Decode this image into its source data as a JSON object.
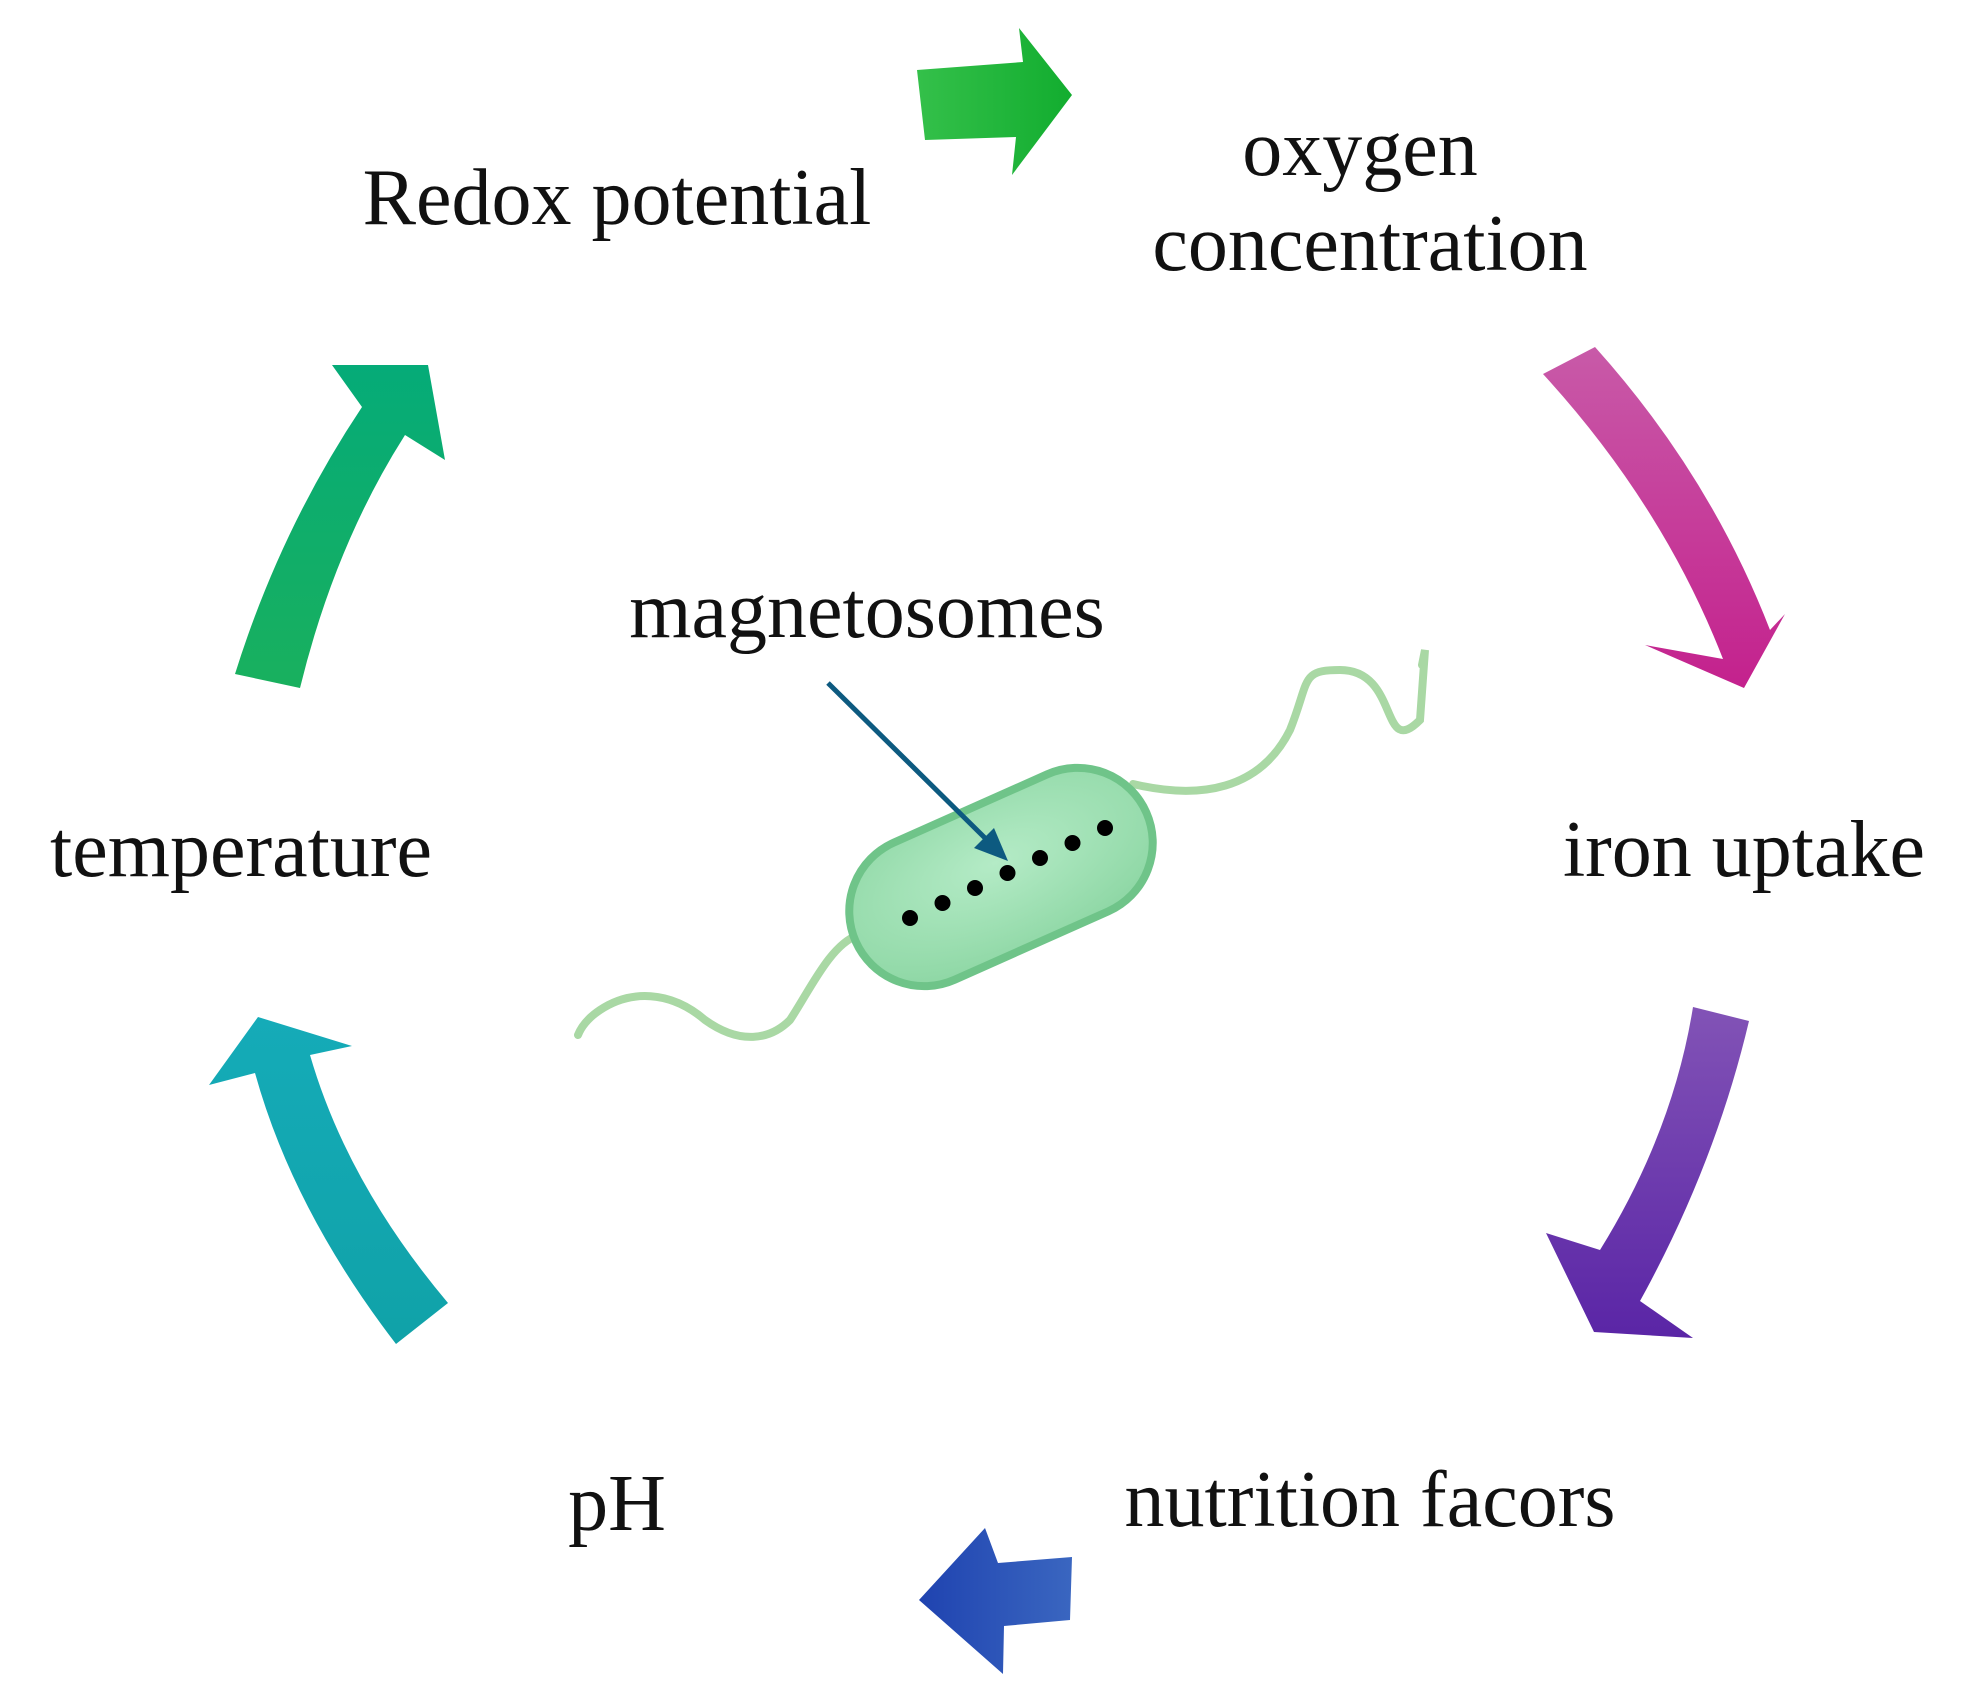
{
  "diagram": {
    "center_label": "magnetosomes",
    "factors": [
      {
        "id": "redox",
        "lines": [
          "Redox potential"
        ]
      },
      {
        "id": "oxygen",
        "lines": [
          "oxygen",
          "concentration"
        ]
      },
      {
        "id": "iron",
        "lines": [
          "iron uptake"
        ]
      },
      {
        "id": "nutrition",
        "lines": [
          "nutrition facors"
        ]
      },
      {
        "id": "ph",
        "lines": [
          "pH"
        ]
      },
      {
        "id": "temperature",
        "lines": [
          "temperature"
        ]
      }
    ],
    "arrows": [
      {
        "id": "redox-to-oxygen",
        "color": "#1fb53f"
      },
      {
        "id": "oxygen-to-iron",
        "color": "#c4369a"
      },
      {
        "id": "iron-to-nutrition",
        "color": "#6a3cb0"
      },
      {
        "id": "nutrition-to-ph",
        "color": "#2f56b8"
      },
      {
        "id": "ph-to-temperature",
        "color": "#12a3ad"
      },
      {
        "id": "temperature-to-redox",
        "color": "#0fae6a"
      }
    ],
    "bacterium": {
      "body_fill": "#9fe0b4",
      "body_stroke": "#79cf93",
      "flagellum_color": "#a9d8a4",
      "magnetosome_count": 7,
      "pointer_color": "#0d5a80"
    }
  }
}
